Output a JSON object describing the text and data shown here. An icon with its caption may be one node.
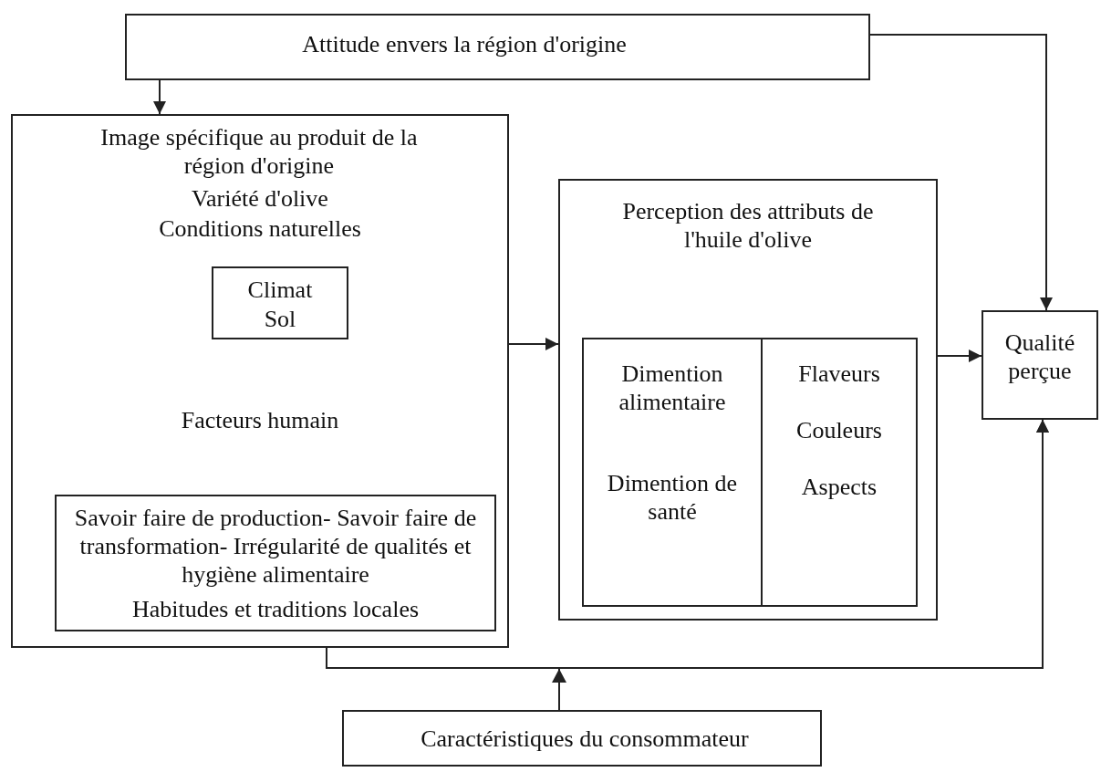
{
  "diagram": {
    "nodes": [
      {
        "text": [
          "Attitude envers la région d'origine"
        ]
      },
      {
        "text": [
          "Image spécifique au produit de la région d'origine",
          "Variété  d'olive",
          "Conditions naturelles",
          "Facteurs humain"
        ]
      },
      {
        "text": [
          "Climat",
          "Sol"
        ],
        "in": 1
      },
      {
        "text": [
          "Savoir faire de production- Savoir faire de transformation- Irrégularité de qualités et hygiène alimentaire",
          "Habitudes et traditions locales"
        ],
        "in": 1
      },
      {
        "text": [
          "Perception des attributs de l'huile d'olive"
        ]
      },
      {
        "text": [
          "Dimention alimentaire",
          "Dimention de santé"
        ],
        "in": 4
      },
      {
        "text": [
          "Flaveurs",
          "Couleurs",
          "Aspects"
        ],
        "in": 4
      },
      {
        "text": [
          "Qualité perçue"
        ]
      },
      {
        "text": [
          "Caractéristiques du consommateur"
        ]
      }
    ],
    "edges": [
      {
        "from": 0,
        "to": 1,
        "arrow": "to"
      },
      {
        "from": 0,
        "to": 7,
        "arrow": "to"
      },
      {
        "from": 1,
        "to": 4,
        "arrow": "to"
      },
      {
        "from": 4,
        "to": 7,
        "arrow": "to"
      },
      {
        "from": 1,
        "to": 7,
        "arrow": "to"
      },
      {
        "from": 8,
        "to": 7,
        "arrow": "to"
      }
    ]
  }
}
